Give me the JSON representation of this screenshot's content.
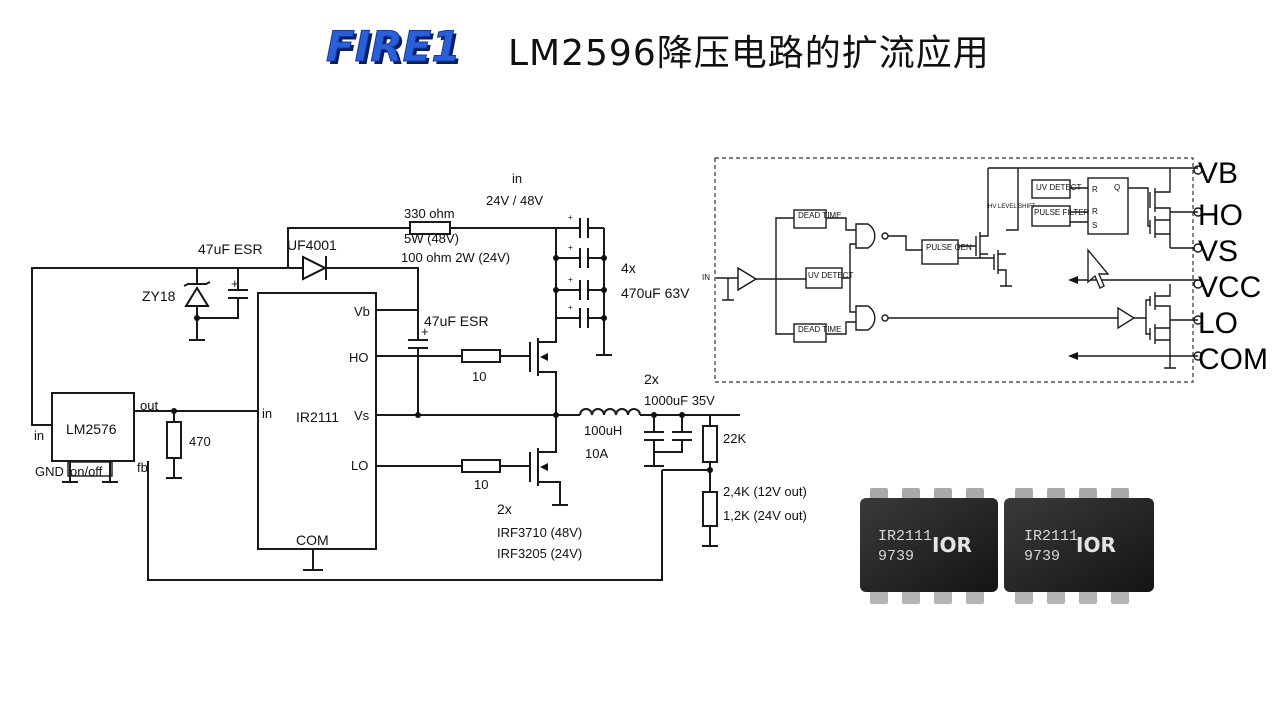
{
  "header": {
    "logo": "FIRE1",
    "title": "LM2596降压电路的扩流应用"
  },
  "schematic": {
    "lm_chip": "LM2576",
    "lm_in": "in",
    "lm_out": "out",
    "lm_gnd": "GND",
    "lm_onoff": "on/off",
    "lm_fb": "fb",
    "r470": "470",
    "zener": "ZY18",
    "cap_esr1": "47uF ESR",
    "diode": "UF4001",
    "r330": "330 ohm",
    "r5w": "5W (48V)",
    "r100": "100 ohm 2W (24V)",
    "in_label": "in",
    "vin": "24V / 48V",
    "caps4x": "4x",
    "cap470": "470uF 63V",
    "cap_esr2": "47uF ESR",
    "ir_chip": "IR2111",
    "ir_in": "in",
    "ir_vb": "Vb",
    "ir_ho": "HO",
    "ir_vs": "Vs",
    "ir_lo": "LO",
    "ir_com": "COM",
    "r10a": "10",
    "r10b": "10",
    "ind": "100uH",
    "ind_amp": "10A",
    "out_caps_n": "2x",
    "out_caps": "1000uF 35V",
    "r22k": "22K",
    "r24k": "2,4K (12V out)",
    "r12k": "1,2K (24V out)",
    "fets_n": "2x",
    "fet1": "IRF3710 (48V)",
    "fet2": "IRF3205 (24V)"
  },
  "block_diagram": {
    "in": "IN",
    "dead_time": "DEAD TIME",
    "uv_detect": "UV DETECT",
    "pulse_gen": "PULSE GEN",
    "hv_level_shift": "HV LEVEL SHIFT",
    "pulse_filter": "PULSE FILTER",
    "r": "R",
    "s": "S",
    "q": "Q",
    "pins": [
      "VB",
      "HO",
      "VS",
      "VCC",
      "LO",
      "COM"
    ]
  },
  "chips": [
    {
      "part": "IR2111",
      "date": "9739",
      "brand": "IOR"
    },
    {
      "part": "IR2111",
      "date": "9739",
      "brand": "IOR"
    }
  ]
}
